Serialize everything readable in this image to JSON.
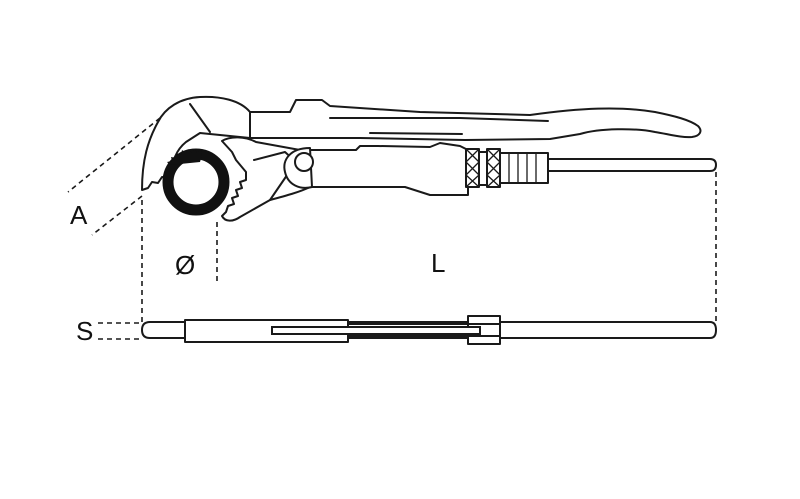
{
  "diagram": {
    "subject": "pipe wrench (S-jaw, 45°) dimension drawing",
    "colors": {
      "line": "#1a1a1a",
      "background": "#ffffff",
      "pipe": "#111111"
    },
    "labels": {
      "jaw_opening": "A",
      "pipe_diameter": "Ø",
      "length": "L",
      "thickness": "S"
    },
    "views": [
      {
        "name": "side-view",
        "description": "wrench gripping a pipe section"
      },
      {
        "name": "top-view",
        "description": "wrench seen from above showing thickness"
      }
    ]
  }
}
